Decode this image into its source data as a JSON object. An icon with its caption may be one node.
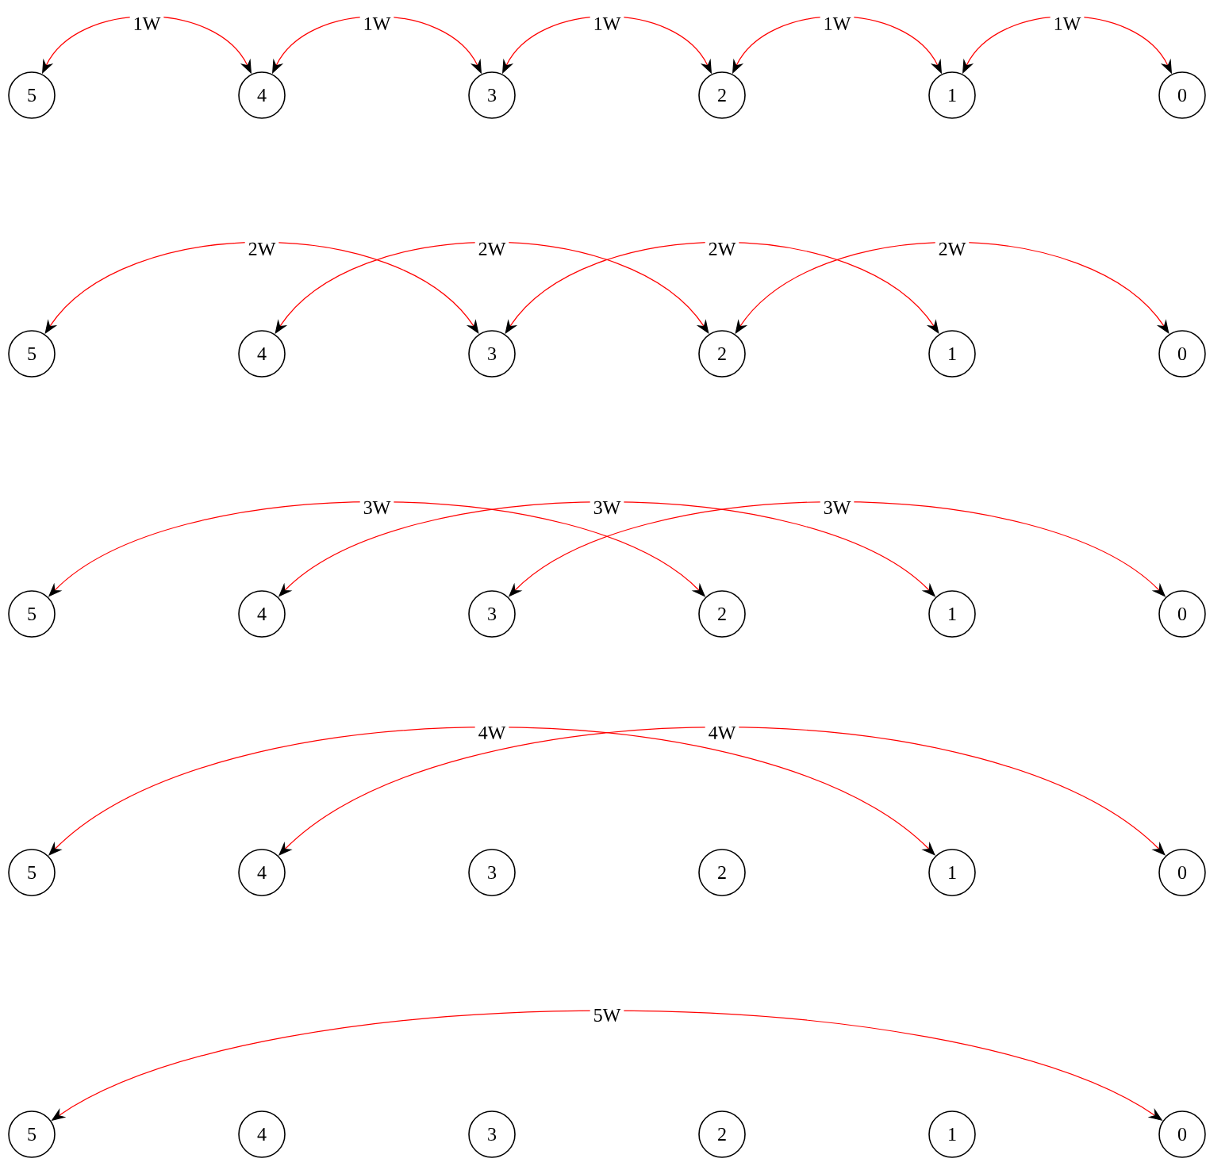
{
  "diagram": {
    "nodes": [
      {
        "text": [
          "5"
        ]
      },
      {
        "text": [
          "4"
        ]
      },
      {
        "text": [
          "3"
        ]
      },
      {
        "text": [
          "2"
        ]
      },
      {
        "text": [
          "1"
        ]
      },
      {
        "text": [
          "0"
        ]
      },
      {
        "text": [
          "5"
        ]
      },
      {
        "text": [
          "4"
        ]
      },
      {
        "text": [
          "3"
        ]
      },
      {
        "text": [
          "2"
        ]
      },
      {
        "text": [
          "1"
        ]
      },
      {
        "text": [
          "0"
        ]
      },
      {
        "text": [
          "5"
        ]
      },
      {
        "text": [
          "4"
        ]
      },
      {
        "text": [
          "3"
        ]
      },
      {
        "text": [
          "2"
        ]
      },
      {
        "text": [
          "1"
        ]
      },
      {
        "text": [
          "0"
        ]
      },
      {
        "text": [
          "5"
        ]
      },
      {
        "text": [
          "4"
        ]
      },
      {
        "text": [
          "3"
        ]
      },
      {
        "text": [
          "2"
        ]
      },
      {
        "text": [
          "1"
        ]
      },
      {
        "text": [
          "0"
        ]
      },
      {
        "text": [
          "5"
        ]
      },
      {
        "text": [
          "4"
        ]
      },
      {
        "text": [
          "3"
        ]
      },
      {
        "text": [
          "2"
        ]
      },
      {
        "text": [
          "1"
        ]
      },
      {
        "text": [
          "0"
        ]
      }
    ],
    "edges": [
      {
        "from": 0,
        "to": 1,
        "arrow": "both",
        "label": "1W"
      },
      {
        "from": 1,
        "to": 2,
        "arrow": "both",
        "label": "1W"
      },
      {
        "from": 2,
        "to": 3,
        "arrow": "both",
        "label": "1W"
      },
      {
        "from": 3,
        "to": 4,
        "arrow": "both",
        "label": "1W"
      },
      {
        "from": 4,
        "to": 5,
        "arrow": "both",
        "label": "1W"
      },
      {
        "from": 6,
        "to": 8,
        "arrow": "both",
        "label": "2W"
      },
      {
        "from": 7,
        "to": 9,
        "arrow": "both",
        "label": "2W"
      },
      {
        "from": 8,
        "to": 10,
        "arrow": "both",
        "label": "2W"
      },
      {
        "from": 9,
        "to": 11,
        "arrow": "both",
        "label": "2W"
      },
      {
        "from": 12,
        "to": 15,
        "arrow": "both",
        "label": "3W"
      },
      {
        "from": 13,
        "to": 16,
        "arrow": "both",
        "label": "3W"
      },
      {
        "from": 14,
        "to": 17,
        "arrow": "both",
        "label": "3W"
      },
      {
        "from": 18,
        "to": 22,
        "arrow": "both",
        "label": "4W"
      },
      {
        "from": 19,
        "to": 23,
        "arrow": "both",
        "label": "4W"
      },
      {
        "from": 24,
        "to": 29,
        "arrow": "both",
        "label": "5W"
      }
    ]
  }
}
